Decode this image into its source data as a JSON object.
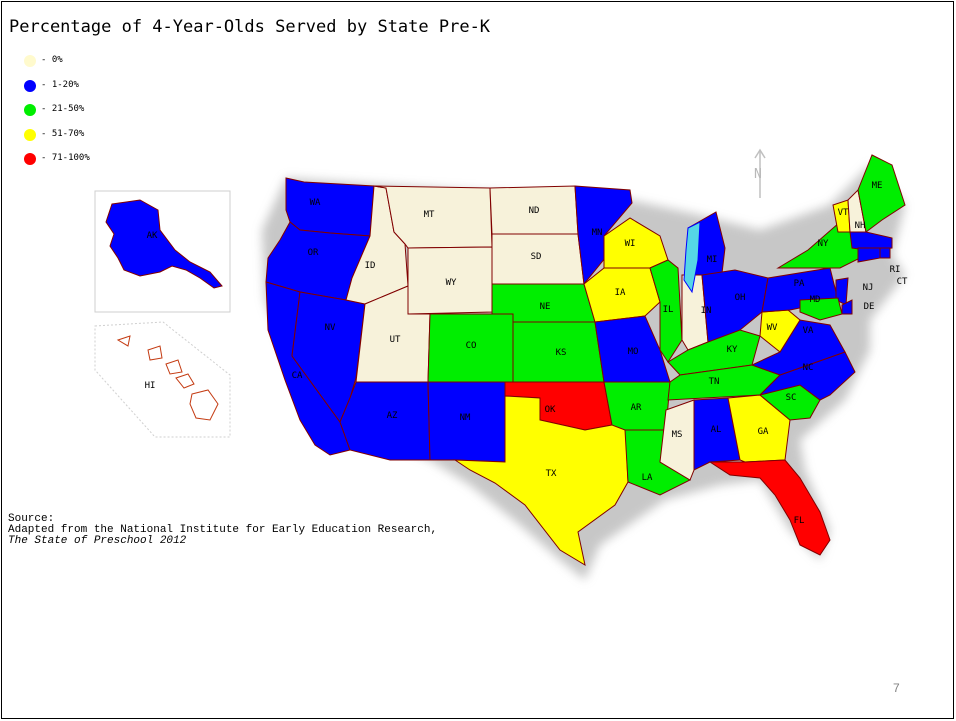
{
  "title": "Percentage of 4-Year-Olds Served by State Pre-K",
  "legend": [
    {
      "label": "- 0%",
      "color": "#FFFACD"
    },
    {
      "label": "- 1-20%",
      "color": "#0000FF"
    },
    {
      "label": "- 21-50%",
      "color": "#00EE00"
    },
    {
      "label": "- 51-70%",
      "color": "#FFFF00"
    },
    {
      "label": "- 71-100%",
      "color": "#FF0000"
    }
  ],
  "categories": {
    "zero": "#F7F2DA",
    "low": "#0000FF",
    "mid": "#00EE00",
    "high": "#FFFF00",
    "top": "#FF0000"
  },
  "states": {
    "AK": {
      "label": "AK",
      "category": "low"
    },
    "HI": {
      "label": "HI",
      "category": "zero"
    },
    "WA": {
      "label": "WA",
      "category": "low"
    },
    "OR": {
      "label": "OR",
      "category": "low"
    },
    "CA": {
      "label": "CA",
      "category": "low"
    },
    "NV": {
      "label": "NV",
      "category": "low"
    },
    "ID": {
      "label": "ID",
      "category": "zero"
    },
    "MT": {
      "label": "MT",
      "category": "zero"
    },
    "WY": {
      "label": "WY",
      "category": "zero"
    },
    "UT": {
      "label": "UT",
      "category": "zero"
    },
    "AZ": {
      "label": "AZ",
      "category": "low"
    },
    "NM": {
      "label": "NM",
      "category": "low"
    },
    "CO": {
      "label": "CO",
      "category": "mid"
    },
    "ND": {
      "label": "ND",
      "category": "zero"
    },
    "SD": {
      "label": "SD",
      "category": "zero"
    },
    "NE": {
      "label": "NE",
      "category": "mid"
    },
    "KS": {
      "label": "KS",
      "category": "mid"
    },
    "OK": {
      "label": "OK",
      "category": "top"
    },
    "TX": {
      "label": "TX",
      "category": "high"
    },
    "MN": {
      "label": "MN",
      "category": "low"
    },
    "IA": {
      "label": "IA",
      "category": "high"
    },
    "MO": {
      "label": "MO",
      "category": "low"
    },
    "AR": {
      "label": "AR",
      "category": "mid"
    },
    "LA": {
      "label": "LA",
      "category": "mid"
    },
    "WI": {
      "label": "WI",
      "category": "high"
    },
    "IL": {
      "label": "IL",
      "category": "mid"
    },
    "MI": {
      "label": "MI",
      "category": "low"
    },
    "IN": {
      "label": "IN",
      "category": "zero"
    },
    "OH": {
      "label": "OH",
      "category": "low"
    },
    "KY": {
      "label": "KY",
      "category": "mid"
    },
    "TN": {
      "label": "TN",
      "category": "mid"
    },
    "MS": {
      "label": "MS",
      "category": "zero"
    },
    "AL": {
      "label": "AL",
      "category": "low"
    },
    "GA": {
      "label": "GA",
      "category": "high"
    },
    "FL": {
      "label": "FL",
      "category": "top"
    },
    "SC": {
      "label": "SC",
      "category": "mid"
    },
    "NC": {
      "label": "NC",
      "category": "low"
    },
    "VA": {
      "label": "VA",
      "category": "low"
    },
    "WV": {
      "label": "WV",
      "category": "high"
    },
    "PA": {
      "label": "PA",
      "category": "low"
    },
    "NY": {
      "label": "NY",
      "category": "mid"
    },
    "VT": {
      "label": "VT",
      "category": "high"
    },
    "NH": {
      "label": "NH",
      "category": "zero"
    },
    "ME": {
      "label": "ME",
      "category": "mid"
    },
    "MA": {
      "label": "",
      "category": "low"
    },
    "RI": {
      "label": "RI",
      "category": "low"
    },
    "CT": {
      "label": "CT",
      "category": "low"
    },
    "NJ": {
      "label": "NJ",
      "category": "low"
    },
    "DE": {
      "label": "DE",
      "category": "low"
    },
    "MD": {
      "label": "MD",
      "category": "mid"
    }
  },
  "compass_letter": "N",
  "source": {
    "line1": "Source:",
    "line2": "Adapted from the National Institute for Early Education Research,",
    "line3": "The State of Preschool 2012"
  },
  "page_number": "7"
}
